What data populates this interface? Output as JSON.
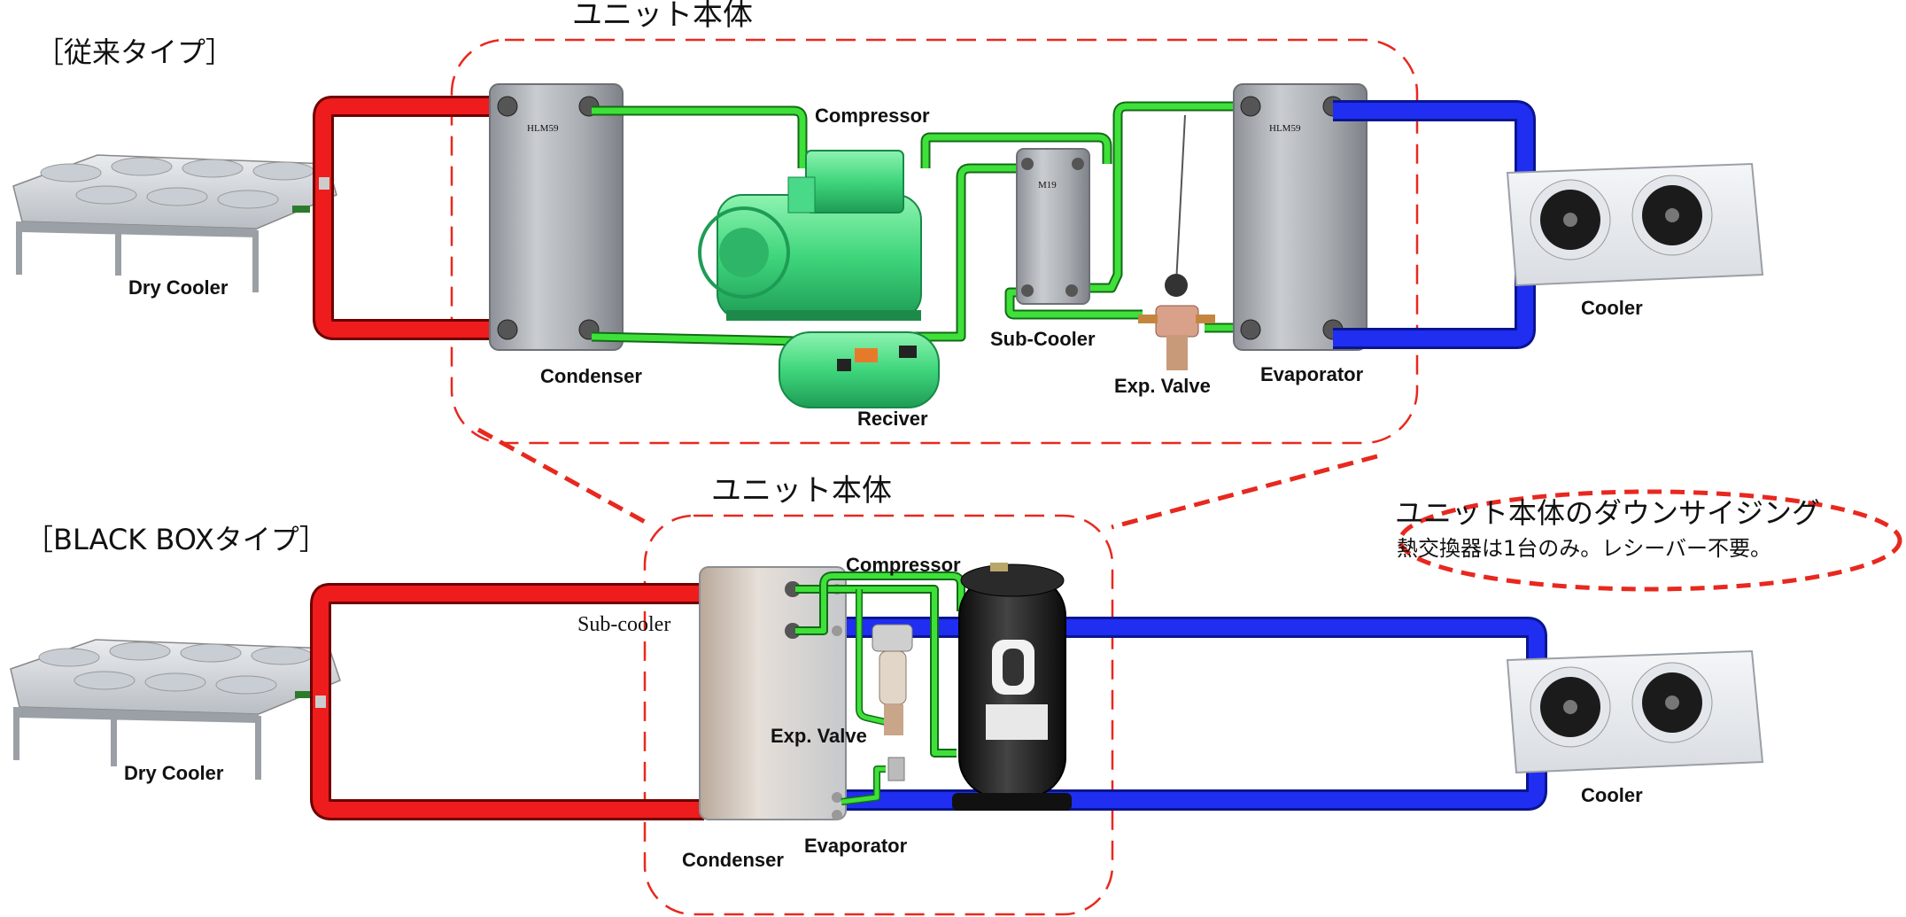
{
  "top_section": {
    "type_label": "［従来タイプ］",
    "unit_label": "ユニット本体",
    "components": {
      "dry_cooler": "Dry Cooler",
      "condenser": "Condenser",
      "compressor": "Compressor",
      "receiver": "Reciver",
      "sub_cooler": "Sub-Cooler",
      "exp_valve": "Exp. Valve",
      "evaporator": "Evaporator",
      "cooler": "Cooler"
    },
    "plate_marks": {
      "condenser": "HLM59",
      "evaporator": "HLM59",
      "sub_cooler": "M19"
    }
  },
  "bottom_section": {
    "type_label": "［BLACK BOXタイプ］",
    "unit_label": "ユニット本体",
    "components": {
      "dry_cooler": "Dry Cooler",
      "sub_cooler": "Sub-cooler",
      "compressor": "Compressor",
      "exp_valve": "Exp. Valve",
      "condenser": "Condenser",
      "evaporator": "Evaporator",
      "cooler": "Cooler"
    }
  },
  "callout": {
    "title": "ユニット本体のダウンサイジング",
    "subtitle": "熱交換器は1台のみ。レシーバー不要。"
  },
  "colors": {
    "hot_loop": "#ee1c1c",
    "cold_loop": "#1f2ef0",
    "refrigerant": "#3fe03a",
    "dash": "#e8281e"
  }
}
